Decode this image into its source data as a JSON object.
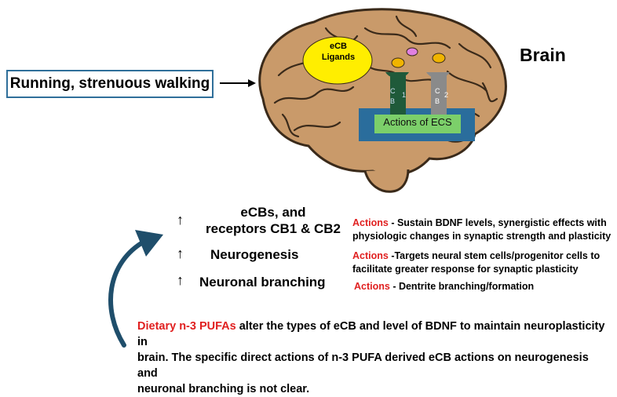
{
  "input": {
    "label": "Running, strenuous walking"
  },
  "brain": {
    "title": "Brain",
    "ecb_ligands": [
      "eCB",
      "Ligands"
    ],
    "receptor1": {
      "letters": [
        "C",
        "B"
      ],
      "num": "1"
    },
    "receptor2": {
      "letters": [
        "C",
        "B"
      ],
      "num": "2"
    },
    "ecs_box": "Actions of ECS"
  },
  "effects": [
    {
      "arrow": "↑",
      "label": [
        "eCBs, and",
        "receptors CB1 & CB2"
      ],
      "action_word": "Actions",
      "action_text": [
        " - Sustain BDNF levels, synergistic effects with",
        "physiologic changes in synaptic strength and plasticity"
      ]
    },
    {
      "arrow": "↑",
      "label": [
        "Neurogenesis"
      ],
      "action_word": "Actions",
      "action_text": [
        " -Targets neural stem cells/progenitor cells to",
        "facilitate greater response for synaptic plasticity"
      ]
    },
    {
      "arrow": "↑",
      "label": [
        "Neuronal branching"
      ],
      "action_word": "Actions",
      "action_text": [
        " - Dentrite branching/formation"
      ]
    }
  ],
  "pufa": {
    "highlight": "Dietary n-3 PUFAs",
    "line1_rest": " alter the types of eCB and level of BDNF to maintain neuroplasticity in",
    "line2": "brain. The specific direct actions of n-3 PUFA derived eCB actions on neurogenesis and",
    "line3": "neuronal branching is not clear."
  },
  "colors": {
    "box_border": "#2f6f9a",
    "red": "#e02020",
    "arrow_blue": "#1f4e6b",
    "ecs_blue": "#2a6d9c",
    "ecs_green": "#7ccf6a",
    "ligand_yellow": "#ffee00",
    "receptor1": "#1f5a3a",
    "receptor2": "#8a8a8a"
  }
}
